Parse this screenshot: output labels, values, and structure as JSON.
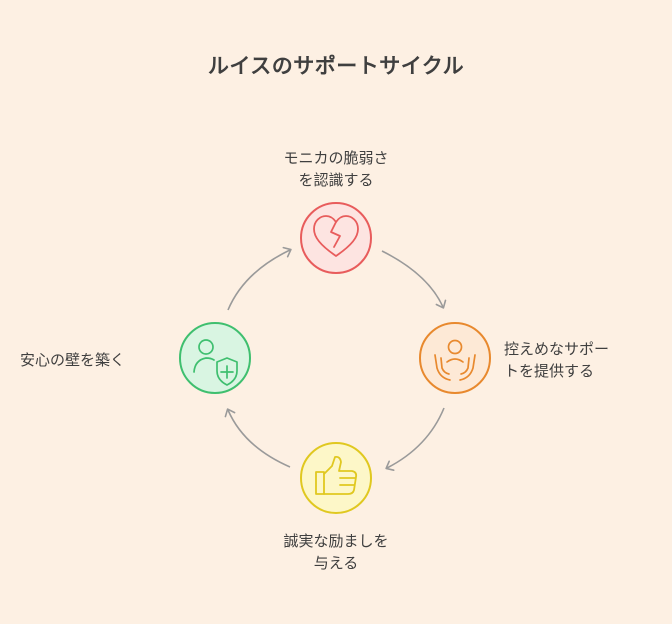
{
  "title": "ルイスのサポートサイクル",
  "steps": [
    {
      "lines": [
        "モニカの脆弱さ",
        "を認識する"
      ],
      "icon": "broken-heart-icon",
      "color": "#e85c5c",
      "fill": "#fde4e1"
    },
    {
      "lines": [
        "控えめなサポー",
        "トを提供する"
      ],
      "icon": "caring-hands-icon",
      "color": "#e8892e",
      "fill": "#fde9d6"
    },
    {
      "lines": [
        "誠実な励ましを",
        "与える"
      ],
      "icon": "thumbs-up-icon",
      "color": "#e0c820",
      "fill": "#fdf7c8"
    },
    {
      "lines": [
        "安心の壁を築く"
      ],
      "icon": "person-shield-icon",
      "color": "#3fbf6f",
      "fill": "#d9f5e2"
    }
  ],
  "arrow_color": "#9a9a9a"
}
